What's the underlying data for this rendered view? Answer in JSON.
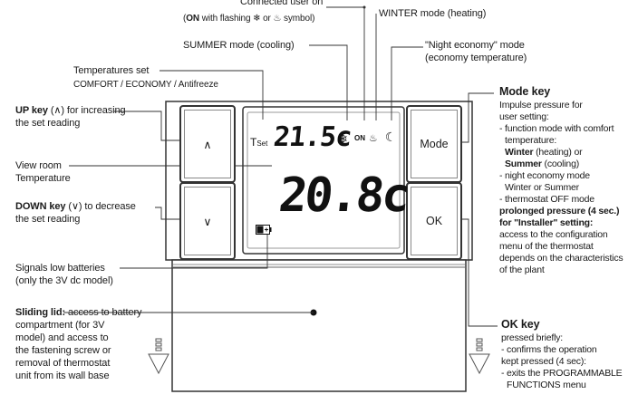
{
  "labels": {
    "connected_user": "Connected user on",
    "connected_user_detail_prefix": "ON",
    "connected_user_detail": " with flashing ❄ or ♨ symbol)",
    "winter_mode": "WINTER mode (heating)",
    "summer_mode": "SUMMER mode (cooling)",
    "night_economy_1": "\"Night economy\" mode",
    "night_economy_2": "(economy temperature)",
    "temps_set_1": "Temperatures set",
    "temps_set_2": "COMFORT / ECONOMY / Antifreeze",
    "up_key_bold": "UP key",
    "up_key_1": " (∧) for increasing",
    "up_key_2": "the set reading",
    "view_room_1": "View room",
    "view_room_2": "Temperature",
    "down_key_bold": "DOWN key",
    "down_key_1": " (∨) to decrease",
    "down_key_2": "the set reading",
    "low_batt_1": "Signals low batteries",
    "low_batt_2": "(only the 3V dc model)",
    "sliding_lid_bold": "Sliding lid:",
    "sliding_lid_1": " access to battery",
    "sliding_lid_2": "compartment (for 3V",
    "sliding_lid_3": "model) and access to",
    "sliding_lid_4": "the fastening screw or",
    "sliding_lid_5": "removal of thermostat",
    "sliding_lid_6": "unit from its wall base"
  },
  "mode_key": {
    "title": "Mode key",
    "lines": [
      "Impulse pressure for",
      "user setting:",
      "- function mode with comfort",
      "  temperature:",
      "Winter (heating) or",
      "Summer (cooling)",
      "- night economy mode",
      "  Winter or Summer",
      "- thermostat OFF mode",
      "prolonged pressure (4 sec.)",
      "for \"Installer\" setting:",
      "access to the configuration",
      "menu of the thermostat",
      "depends on the characteristics",
      "of the plant"
    ]
  },
  "ok_key": {
    "title": "OK key",
    "lines": [
      "pressed briefly:",
      "- confirms the operation",
      "kept pressed (4 sec):",
      "- exits the PROGRAMMABLE",
      "  FUNCTIONS menu"
    ]
  },
  "device": {
    "up_label": "∧",
    "down_label": "∨",
    "mode_label": "Mode",
    "ok_label": "OK",
    "tset_label": "T",
    "tset_sub": "Set",
    "set_temp": "21.5c",
    "room_temp": "20.8c",
    "on_label": "ON"
  }
}
